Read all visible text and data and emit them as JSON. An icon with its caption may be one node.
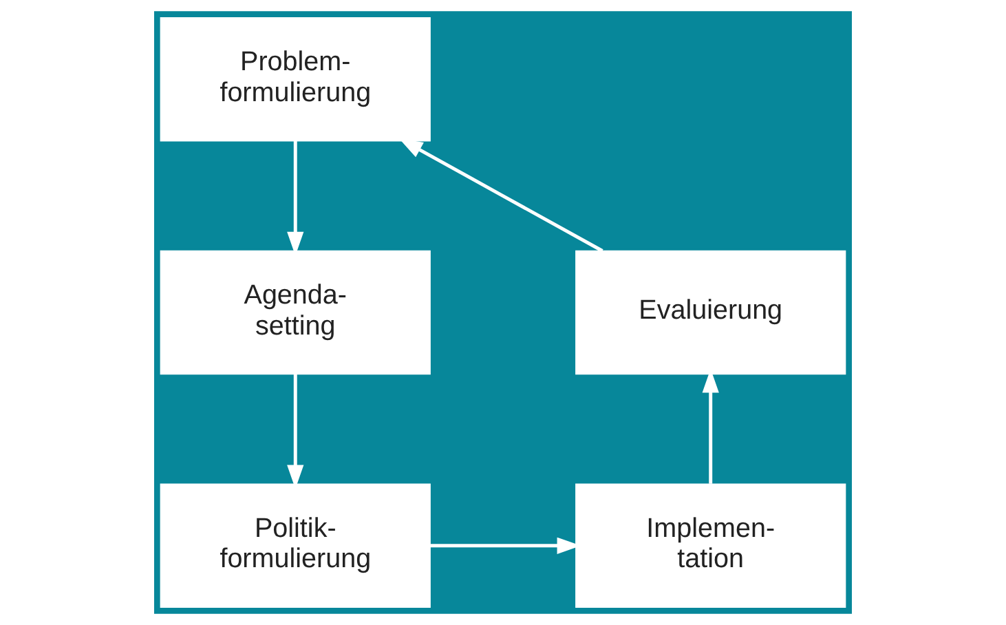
{
  "diagram": {
    "nodes": [
      {
        "text": [
          "Problem- formulierung"
        ]
      },
      {
        "text": [
          "Agenda- setting"
        ]
      },
      {
        "text": [
          "Politik- formulierung"
        ]
      },
      {
        "text": [
          "Implemen- tation"
        ]
      },
      {
        "text": [
          "Evaluierung"
        ]
      }
    ],
    "edges": [
      {
        "from": 0,
        "to": 1,
        "arrow": "to"
      },
      {
        "from": 1,
        "to": 2,
        "arrow": "to"
      },
      {
        "from": 2,
        "to": 3,
        "arrow": "to"
      },
      {
        "from": 3,
        "to": 4,
        "arrow": "to"
      },
      {
        "from": 4,
        "to": 0,
        "arrow": "to"
      }
    ]
  }
}
